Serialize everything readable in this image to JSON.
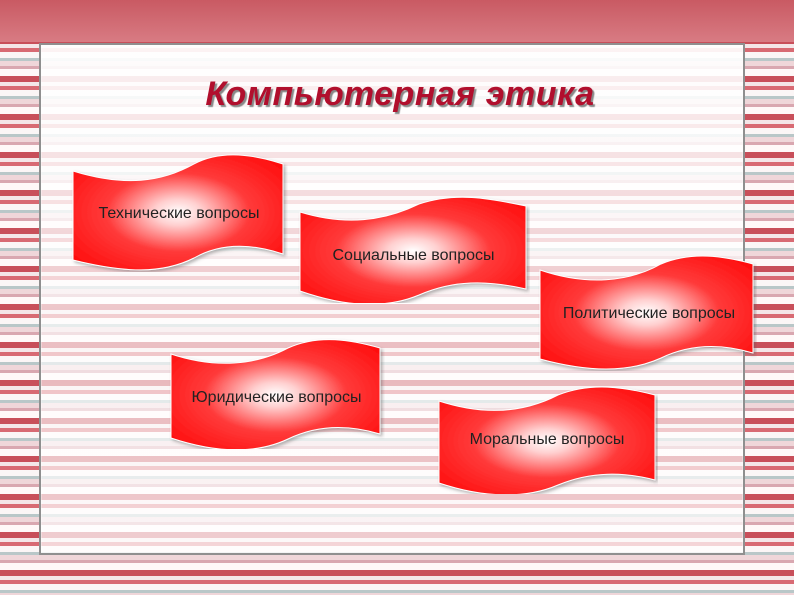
{
  "slide": {
    "title": "Компьютерная этика",
    "accent_color": "#ff1f1f",
    "flags": [
      {
        "label": "Технические вопросы"
      },
      {
        "label": "Социальные вопросы"
      },
      {
        "label": "Политические вопросы"
      },
      {
        "label": "Юридические вопросы"
      },
      {
        "label": "Моральные вопросы"
      }
    ]
  }
}
